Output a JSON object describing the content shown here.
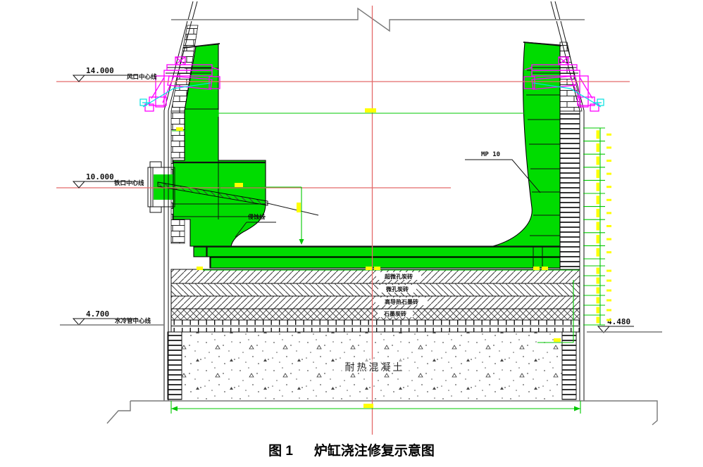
{
  "figure": {
    "label": "图 1",
    "title": "炉缸浇注修复示意图"
  },
  "elevations": {
    "tuyere": {
      "value": "14.000",
      "line_label": "风口中心线"
    },
    "taphole": {
      "value": "10.000",
      "line_label": "铁口中心线"
    },
    "cooling": {
      "value": "4.700",
      "line_label": "水冷管中心线"
    },
    "pad_right": {
      "value": "4.480"
    }
  },
  "annotations": {
    "castable_grade": "MP 10",
    "erosion_line": "侵蚀线",
    "concrete": "耐热混凝土"
  },
  "layers": [
    {
      "label": "超微孔炭砖"
    },
    {
      "label": "微孔炭砖"
    },
    {
      "label": "高导热石墨砖"
    },
    {
      "label": "石墨炭砖"
    }
  ],
  "colors": {
    "castable": "#00dc00",
    "dimension_green": "#00c800",
    "dimension_text_yellow": "#ffff00",
    "centerline_red": "#e46a6a",
    "tuyere_magenta": "#ff00ff",
    "tuyere_cyan": "#00e0e0"
  },
  "dim_chain": {
    "upper_segments": 10,
    "lower_segments": 6
  }
}
